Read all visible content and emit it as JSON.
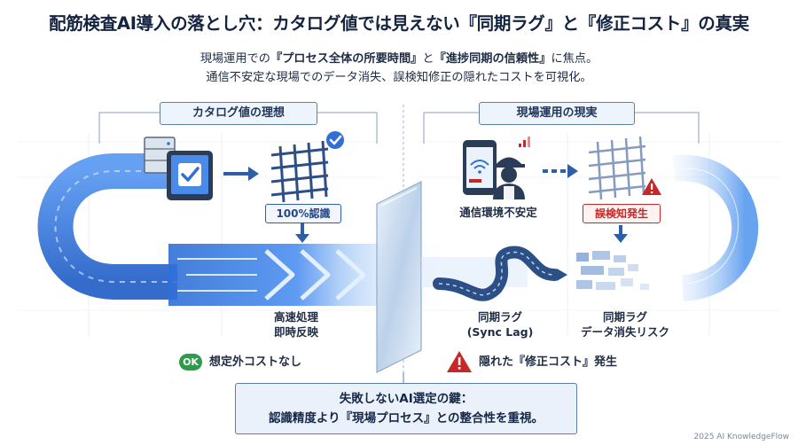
{
  "title": "配筋検査AI導入の落とし穴：カタログ値では見えない『同期ラグ』と『修正コスト』の真実",
  "subtitle": {
    "line1_prefix": "現場運用での",
    "line1_emph1": "『プロセス全体の所要時間』",
    "line1_mid": "と",
    "line1_emph2": "『進捗同期の信頼性』",
    "line1_suffix": "に焦点。",
    "line2": "通信不安定な現場でのデータ消失、誤検知修正の隠れたコストを可視化。"
  },
  "left_panel": {
    "label": "カタログ値の理想",
    "badge": "100%認識",
    "speed_line1": "高速処理",
    "speed_line2": "即時反映",
    "ok_chip": "OK",
    "ok_text": "想定外コストなし"
  },
  "right_panel": {
    "label": "現場運用の現実",
    "comm_text": "通信環境不安定",
    "error_badge": "誤検知発生",
    "lag_line1": "同期ラグ",
    "lag_line2": "(Sync Lag)",
    "risk_line1": "同期ラグ",
    "risk_line2": "データ消失リスク",
    "warn_text": "隠れた『修正コスト』発生"
  },
  "bottom": {
    "line1": "失敗しないAI選定の鍵：",
    "line2": "認識精度より『現場プロセス』との整合性を重視。"
  },
  "credit": "2025 AI KnowledgeFlow",
  "icons": {
    "server": "server-icon",
    "tablet": "tablet-check-icon",
    "rebar": "rebar-mesh-icon",
    "phone": "phone-wifi-icon",
    "worker": "construction-worker-icon",
    "warning": "warning-icon"
  },
  "colors": {
    "accent_blue": "#2f6fd6",
    "error_red": "#c62828",
    "ok_green": "#2e9b4b"
  }
}
